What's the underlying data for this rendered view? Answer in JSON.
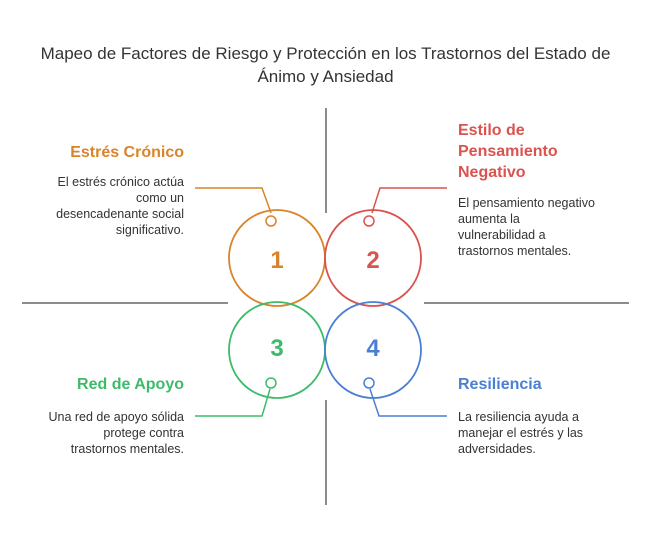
{
  "title": {
    "line1": "Mapeo de Factores de Riesgo y Protección en los Trastornos del Estado de",
    "line2": "Ánimo y Ansiedad"
  },
  "quadrants": [
    {
      "number": "1",
      "heading": "Estrés Crónico",
      "heading_lines": [
        "Estrés Crónico"
      ],
      "description_lines": [
        "El estrés crónico actúa",
        "como un",
        "desencadenante social",
        "significativo."
      ],
      "color": "#d9842a"
    },
    {
      "number": "2",
      "heading": "Estilo de Pensamiento Negativo",
      "heading_lines": [
        "Estilo de",
        "Pensamiento",
        "Negativo"
      ],
      "description_lines": [
        "El pensamiento negativo",
        "aumenta la",
        "vulnerabilidad a",
        "trastornos mentales."
      ],
      "color": "#d9534f"
    },
    {
      "number": "3",
      "heading": "Red de Apoyo",
      "heading_lines": [
        "Red de Apoyo"
      ],
      "description_lines": [
        "Una red de apoyo sólida",
        "protege contra",
        "trastornos mentales."
      ],
      "color": "#3dbb6b"
    },
    {
      "number": "4",
      "heading": "Resiliencia",
      "heading_lines": [
        "Resiliencia"
      ],
      "description_lines": [
        "La resiliencia ayuda a",
        "manejar el estrés y las",
        "adversidades."
      ],
      "color": "#4a7fd4"
    }
  ]
}
